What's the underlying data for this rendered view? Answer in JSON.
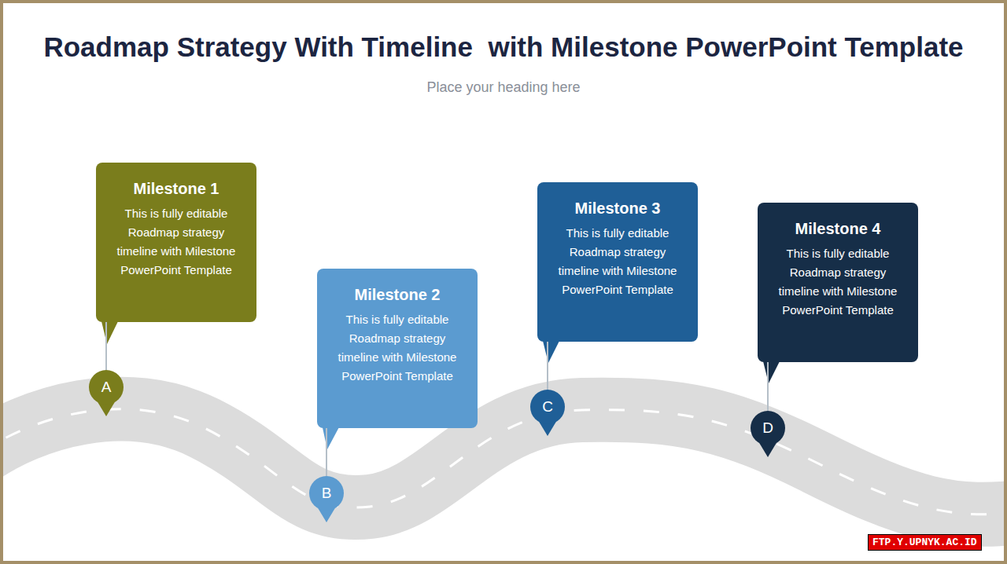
{
  "diagram": {
    "title": "Roadmap Strategy With Timeline  with Milestone PowerPoint Template",
    "nodes": [
      {
        "text": [
          "Milestone 1",
          "This is fully editable Roadmap strategy timeline with Milestone PowerPoint Template"
        ]
      },
      {
        "text": [
          "A"
        ]
      },
      {
        "text": [
          "Milestone 2",
          "This is fully editable Roadmap strategy timeline with Milestone PowerPoint Template"
        ]
      },
      {
        "text": [
          "B"
        ]
      },
      {
        "text": [
          "Milestone 3",
          "This is fully editable Roadmap strategy timeline with Milestone PowerPoint Template"
        ]
      },
      {
        "text": [
          "C"
        ]
      },
      {
        "text": [
          "Milestone 4",
          "This is fully editable Roadmap strategy timeline with Milestone PowerPoint Template"
        ]
      },
      {
        "text": [
          "D"
        ]
      }
    ],
    "edges": [
      {
        "from": 0,
        "to": 1,
        "arrow": "none"
      },
      {
        "from": 2,
        "to": 3,
        "arrow": "none"
      },
      {
        "from": 4,
        "to": 5,
        "arrow": "none"
      },
      {
        "from": 6,
        "to": 7,
        "arrow": "none"
      }
    ],
    "labels": [
      "Place your heading here",
      "FTP.Y.UPNYK.AC.ID"
    ]
  }
}
